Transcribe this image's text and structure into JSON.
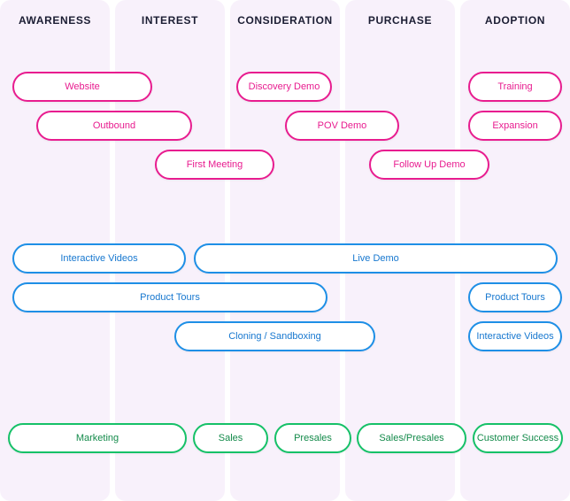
{
  "columns": [
    "AWARENESS",
    "INTEREST",
    "CONSIDERATION",
    "PURCHASE",
    "ADOPTION"
  ],
  "pink_row": {
    "website": "Website",
    "outbound": "Outbound",
    "first_meeting": "First Meeting",
    "discovery_demo": "Discovery Demo",
    "pov_demo": "POV Demo",
    "follow_up_demo": "Follow Up Demo",
    "training": "Training",
    "expansion": "Expansion"
  },
  "blue_row": {
    "interactive_videos": "Interactive Videos",
    "live_demo": "Live Demo",
    "product_tours": "Product Tours",
    "cloning_sandboxing": "Cloning / Sandboxing",
    "product_tours_adoption": "Product Tours",
    "interactive_videos_adoption": "Interactive Videos"
  },
  "green_row": {
    "marketing": "Marketing",
    "sales": "Sales",
    "presales": "Presales",
    "sales_presales": "Sales/Presales",
    "customer_success": "Customer Success"
  },
  "colors": {
    "pink": "#e81c8f",
    "blue": "#1e8fe6",
    "green": "#16c168",
    "column_bg": "#f8f1fb",
    "heading": "#1b1d33"
  }
}
